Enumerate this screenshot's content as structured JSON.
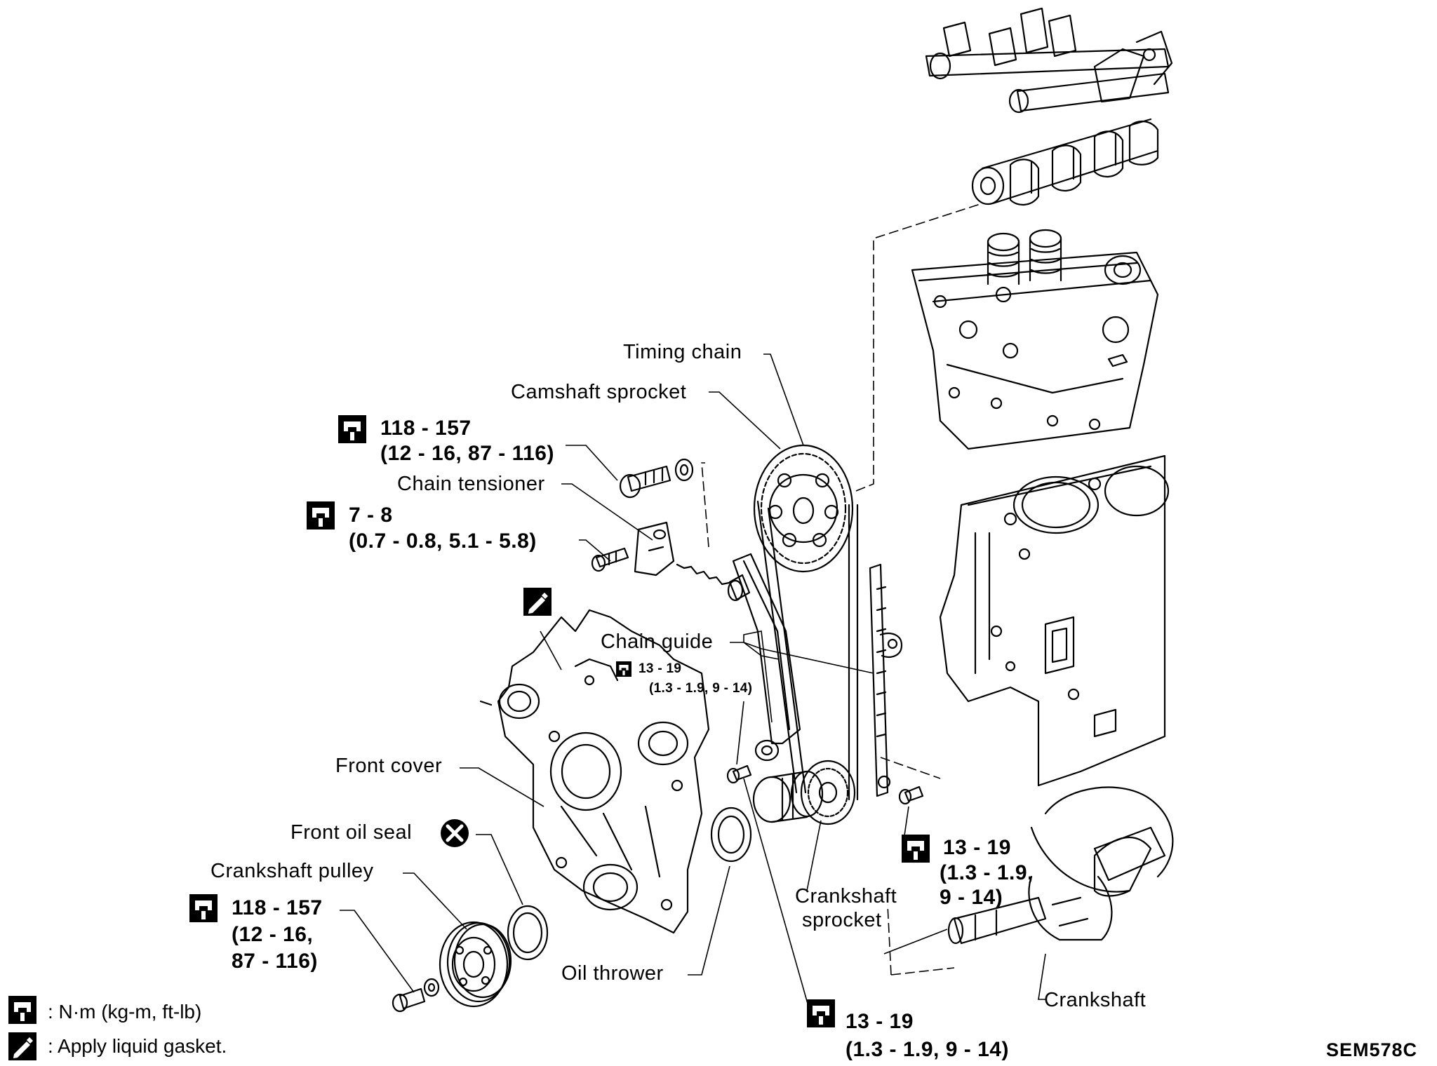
{
  "labels": {
    "timing_chain": "Timing chain",
    "camshaft_sprocket": "Camshaft sprocket",
    "chain_tensioner": "Chain tensioner",
    "chain_guide": "Chain guide",
    "front_cover": "Front cover",
    "front_oil_seal": "Front oil seal",
    "crankshaft_pulley": "Crankshaft pulley",
    "oil_thrower": "Oil thrower",
    "crankshaft_sprocket_line1": "Crankshaft",
    "crankshaft_sprocket_line2": "sprocket",
    "crankshaft": "Crankshaft"
  },
  "torques": {
    "cam_bolt_l1": "118 - 157",
    "cam_bolt_l2": "(12 - 16, 87 - 116)",
    "tensioner_l1": "7 - 8",
    "tensioner_l2": "(0.7 - 0.8, 5.1 - 5.8)",
    "guide_l1": "13 - 19",
    "guide_l2": "(1.3 - 1.9, 9 - 14)",
    "guide_right_l1": "13 - 19",
    "guide_right_l2": "(1.3 - 1.9,",
    "guide_right_l3": "9 - 14)",
    "pulley_l1": "118 - 157",
    "pulley_l2": "(12 - 16,",
    "pulley_l3": "87 - 116)",
    "bottom_l1": "13 - 19",
    "bottom_l2": "(1.3 - 1.9, 9 - 14)"
  },
  "legend": {
    "torque_symbol_text": ":  N·m (kg-m, ft-lb)",
    "gasket_symbol_text": ":  Apply liquid gasket."
  },
  "figure_code": "SEM578C",
  "icons": [
    "torque-wrench-icon",
    "liquid-gasket-icon",
    "do-not-reuse-icon"
  ]
}
